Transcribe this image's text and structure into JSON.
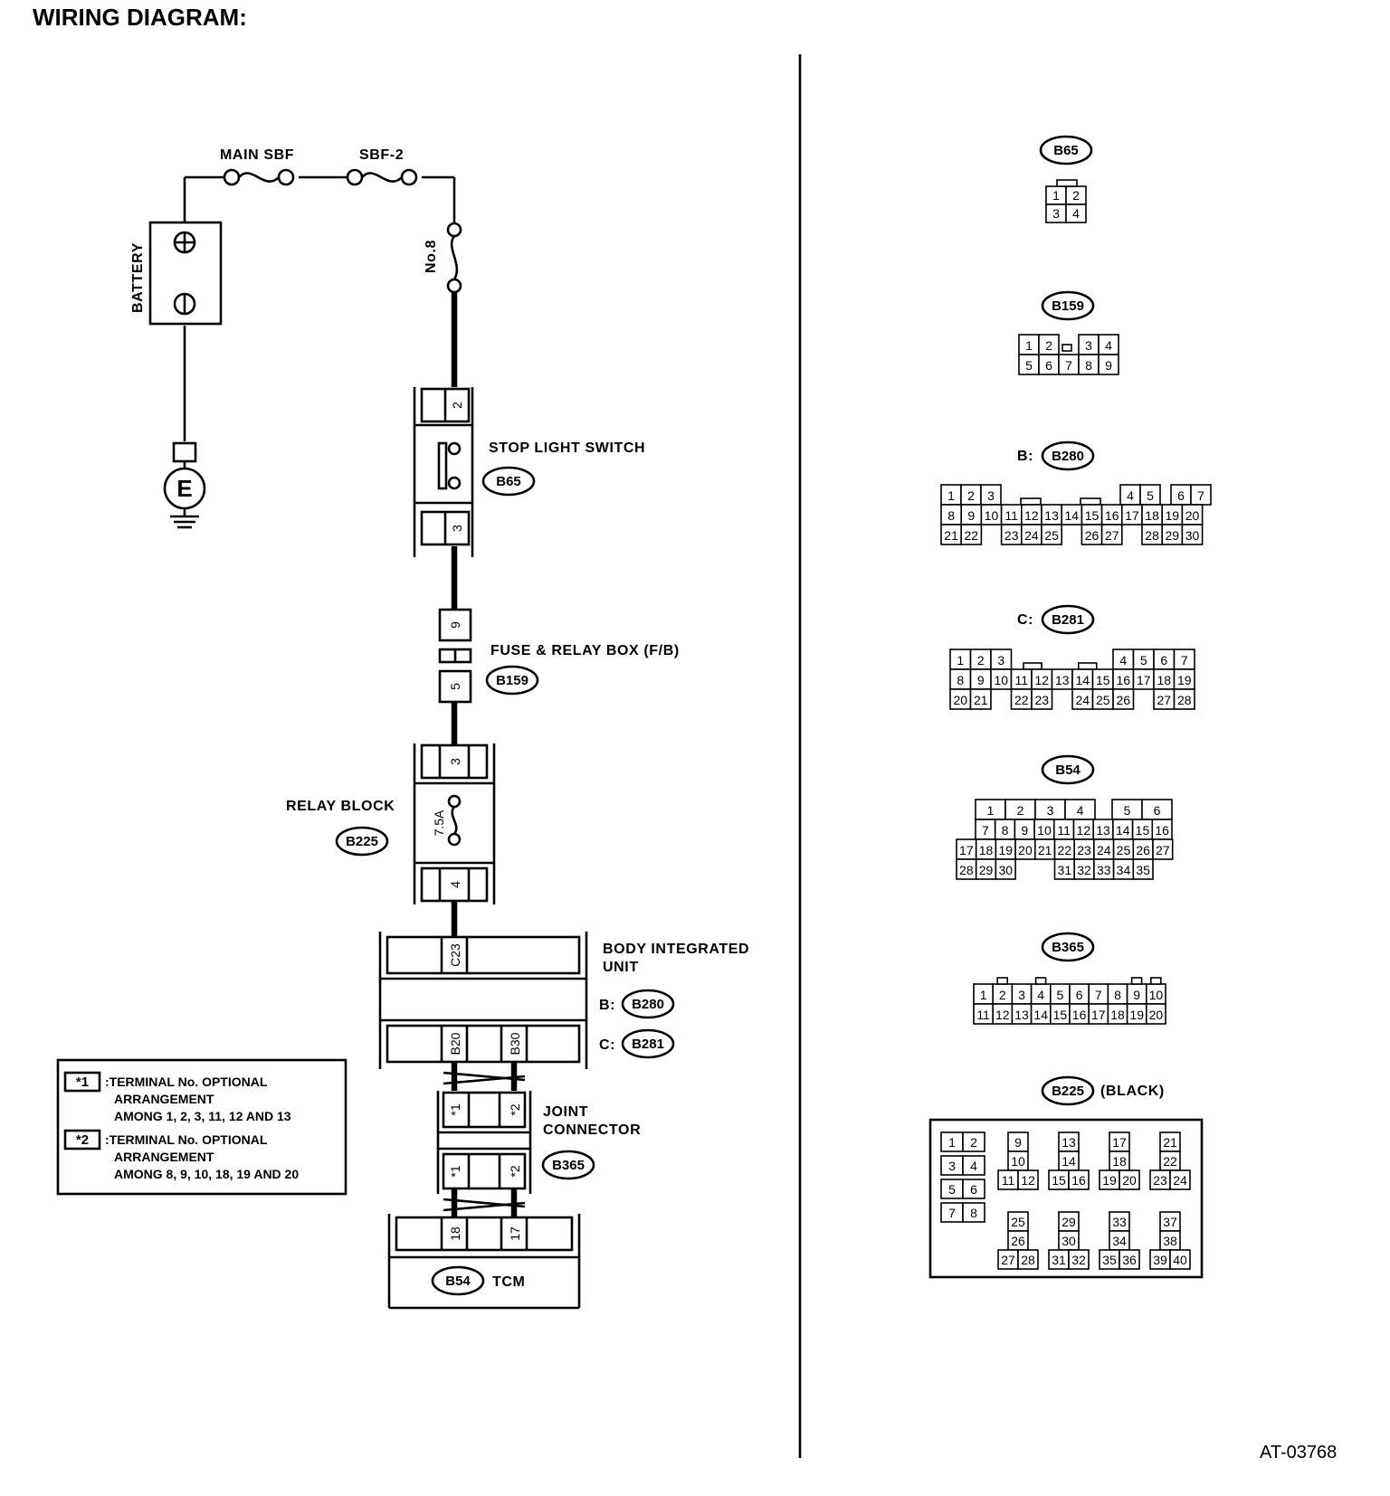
{
  "title": "WIRING DIAGRAM:",
  "figure_id": "AT-03768",
  "components": {
    "main_sbf": "MAIN SBF",
    "sbf2": "SBF-2",
    "fuse_no8": "No.8",
    "battery": "BATTERY",
    "ground": "E",
    "stop_light_switch": "STOP LIGHT SWITCH",
    "fuse_relay_box": "FUSE & RELAY BOX (F/B)",
    "relay_block": "RELAY BLOCK",
    "relay_fuse": "7.5A",
    "body_integrated_unit_line1": "BODY INTEGRATED",
    "body_integrated_unit_line2": "UNIT",
    "joint_connector_line1": "JOINT",
    "joint_connector_line2": "CONNECTOR",
    "tcm": "TCM",
    "prefix_b": "B:",
    "prefix_c": "C:"
  },
  "connectors": {
    "b65": "B65",
    "b159": "B159",
    "b225": "B225",
    "b280": "B280",
    "b281": "B281",
    "b365": "B365",
    "b54": "B54",
    "b225_color": "(BLACK)"
  },
  "pins": {
    "sw_top": "2",
    "sw_bot": "3",
    "fb_top": "9",
    "fb_bot": "5",
    "rb_top": "3",
    "rb_bot": "4",
    "biu_c": "C23",
    "biu_b20": "B20",
    "biu_b30": "B30",
    "jc_a1": "*1",
    "jc_a2": "*2",
    "jc_b1": "*1",
    "jc_b2": "*2",
    "tcm_18": "18",
    "tcm_17": "17"
  },
  "legend": [
    {
      "mark": "*1",
      "lines": [
        ":TERMINAL No. OPTIONAL",
        "ARRANGEMENT",
        "AMONG 1, 2, 3, 11, 12  AND 13"
      ]
    },
    {
      "mark": "*2",
      "lines": [
        ":TERMINAL No. OPTIONAL",
        "ARRANGEMENT",
        "AMONG 8, 9, 10, 18, 19  AND 20"
      ]
    }
  ],
  "connector_faces": {
    "b65": [
      [
        "1",
        "2"
      ],
      [
        "3",
        "4"
      ]
    ],
    "b159": [
      [
        "1",
        "2",
        "",
        "3",
        "4"
      ],
      [
        "5",
        "6",
        "7",
        "8",
        "9"
      ]
    ],
    "b280": [
      [
        "1",
        "2",
        "3",
        "",
        "",
        "",
        "",
        "",
        "",
        "4",
        "5",
        "",
        "6",
        "7"
      ],
      [
        "8",
        "9",
        "10",
        "11",
        "12",
        "13",
        "14",
        "15",
        "16",
        "17",
        "18",
        "19",
        "20"
      ],
      [
        "21",
        "22",
        "",
        "23",
        "24",
        "25",
        "",
        "26",
        "27",
        "",
        "28",
        "29",
        "30"
      ]
    ],
    "b281": [
      [
        "1",
        "2",
        "3",
        "",
        "",
        "",
        "",
        "",
        "4",
        "5",
        "6",
        "7"
      ],
      [
        "8",
        "9",
        "10",
        "11",
        "12",
        "13",
        "14",
        "15",
        "16",
        "17",
        "18",
        "19"
      ],
      [
        "20",
        "21",
        "",
        "22",
        "23",
        "",
        "24",
        "25",
        "26",
        "",
        "27",
        "28"
      ]
    ],
    "b54": [
      [
        "1",
        "2",
        "3",
        "4",
        "",
        "5",
        "6"
      ],
      [
        "7",
        "8",
        "9",
        "10",
        "11",
        "12",
        "13",
        "14",
        "15",
        "16"
      ],
      [
        "17",
        "18",
        "19",
        "20",
        "21",
        "22",
        "23",
        "24",
        "25",
        "26",
        "27"
      ],
      [
        "28",
        "29",
        "30",
        "",
        "",
        "31",
        "32",
        "33",
        "34",
        "35"
      ]
    ],
    "b365": [
      [
        "1",
        "2",
        "3",
        "4",
        "5",
        "6",
        "7",
        "8",
        "9",
        "10"
      ],
      [
        "11",
        "12",
        "13",
        "14",
        "15",
        "16",
        "17",
        "18",
        "19",
        "20"
      ]
    ],
    "b225": [
      "1",
      "2",
      "3",
      "4",
      "5",
      "6",
      "7",
      "8",
      "9",
      "10",
      "11",
      "12",
      "13",
      "14",
      "15",
      "16",
      "17",
      "18",
      "19",
      "20",
      "21",
      "22",
      "23",
      "24",
      "25",
      "26",
      "27",
      "28",
      "29",
      "30",
      "31",
      "32",
      "33",
      "34",
      "35",
      "36",
      "37",
      "38",
      "39",
      "40"
    ]
  }
}
